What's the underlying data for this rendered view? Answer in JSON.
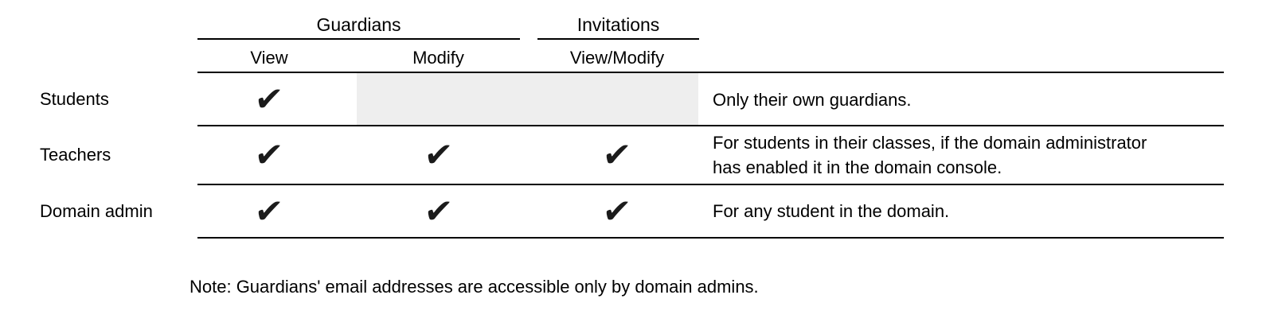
{
  "table": {
    "check_glyph": "✔",
    "column_groups": [
      {
        "label": "Guardians",
        "columns": [
          "View",
          "Modify"
        ]
      },
      {
        "label": "Invitations",
        "columns": [
          "View/Modify"
        ]
      }
    ],
    "rows": [
      {
        "role": "Students",
        "guardians_view": true,
        "guardians_modify": false,
        "invitations_view_modify": false,
        "note_lines": [
          "Only their own guardians."
        ]
      },
      {
        "role": "Teachers",
        "guardians_view": true,
        "guardians_modify": true,
        "invitations_view_modify": true,
        "note_lines": [
          "For students in their classes, if the domain administrator",
          "has enabled it in the domain console."
        ]
      },
      {
        "role": "Domain admin",
        "guardians_view": true,
        "guardians_modify": true,
        "invitations_view_modify": true,
        "note_lines": [
          "For any student in the domain."
        ]
      }
    ]
  },
  "footnote": "Note: Guardians' email addresses are accessible only by domain admins.",
  "colors": {
    "text": "#000000",
    "line": "#000000",
    "disabled_cell": "#eeeeee",
    "check": "#1b1b1b"
  }
}
